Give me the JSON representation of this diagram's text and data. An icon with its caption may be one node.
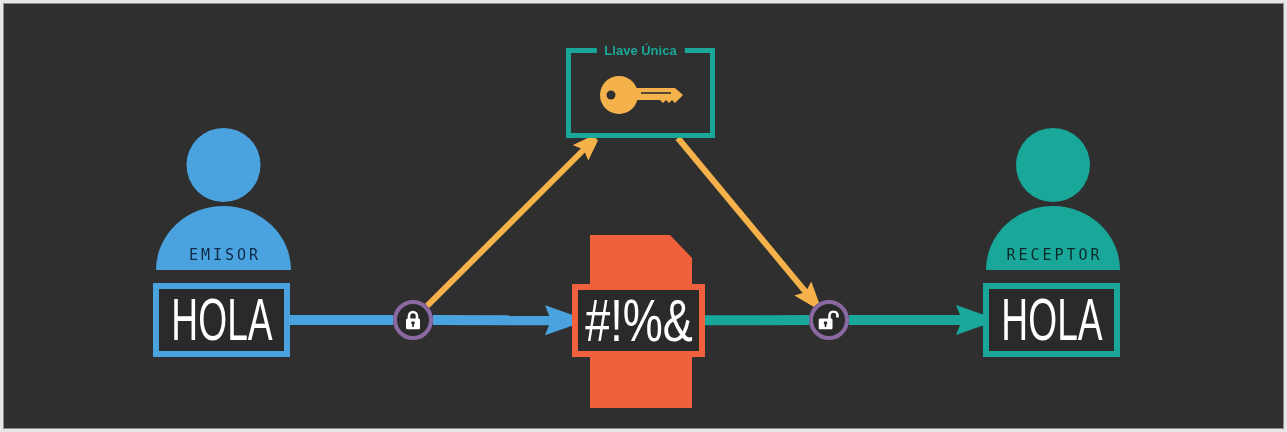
{
  "diagram": {
    "nodes": [
      {
        "text": [
          "EMISOR"
        ]
      },
      {
        "text": [
          "HOLA"
        ]
      },
      {
        "text": [],
        "shape": "circle"
      },
      {
        "text": [
          "Llave Única"
        ]
      },
      {
        "text": [
          "#!%&"
        ]
      },
      {
        "text": [],
        "shape": "circle"
      },
      {
        "text": [
          "RECEPTOR"
        ]
      },
      {
        "text": [
          "HOLA"
        ]
      }
    ],
    "edges": [
      {
        "from": 1,
        "to": 2,
        "arrow": "none",
        "color": "#4aa3df"
      },
      {
        "from": 2,
        "to": 4,
        "arrow": "to",
        "color": "#4aa3df"
      },
      {
        "from": 2,
        "to": 3,
        "arrow": "to",
        "color": "#f6b24a"
      },
      {
        "from": 3,
        "to": 5,
        "arrow": "to",
        "color": "#f6b24a"
      },
      {
        "from": 4,
        "to": 5,
        "arrow": "none",
        "color": "#19a79a"
      },
      {
        "from": 5,
        "to": 7,
        "arrow": "to",
        "color": "#19a79a"
      }
    ]
  }
}
